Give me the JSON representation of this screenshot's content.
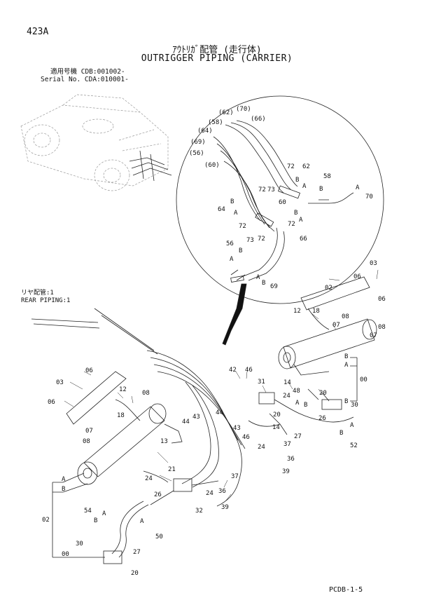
{
  "page": {
    "page_number": "423A",
    "title_jp": "ｱｳﾄﾘｶﾞ配管 (走行体)",
    "title_en": "OUTRIGGER PIPING (CARRIER)",
    "serial_jp": "適用号機 CDB:001002-",
    "serial_en": "Serial No. CDA:010001-",
    "rear_jp": "リヤ配管:1",
    "rear_en": "REAR PIPING:1",
    "footer_code": "PCDB-1-5"
  },
  "detail_labels": [
    {
      "id": "d62",
      "text": "(62)"
    },
    {
      "id": "d70",
      "text": "(70)"
    },
    {
      "id": "d58",
      "text": "(58)"
    },
    {
      "id": "d66",
      "text": "(66)"
    },
    {
      "id": "d64",
      "text": "(64)"
    },
    {
      "id": "d69",
      "text": "(69)"
    },
    {
      "id": "d56",
      "text": "(56)"
    },
    {
      "id": "d60",
      "text": "(60)"
    },
    {
      "id": "d72a",
      "text": "72"
    },
    {
      "id": "d62b",
      "text": "62"
    },
    {
      "id": "dB1",
      "text": "B"
    },
    {
      "id": "dA1",
      "text": "A"
    },
    {
      "id": "d58b",
      "text": "58"
    },
    {
      "id": "dB2",
      "text": "B"
    },
    {
      "id": "dA2",
      "text": "A"
    },
    {
      "id": "d70b",
      "text": "70"
    },
    {
      "id": "d72b",
      "text": "72"
    },
    {
      "id": "d73a",
      "text": "73"
    },
    {
      "id": "dB3",
      "text": "B"
    },
    {
      "id": "d64b",
      "text": "64"
    },
    {
      "id": "dA3",
      "text": "A"
    },
    {
      "id": "d60b",
      "text": "60"
    },
    {
      "id": "dB4",
      "text": "B"
    },
    {
      "id": "dA4",
      "text": "A"
    },
    {
      "id": "d72c",
      "text": "72"
    },
    {
      "id": "d72d",
      "text": "72"
    },
    {
      "id": "d66b",
      "text": "66"
    },
    {
      "id": "d73b",
      "text": "73"
    },
    {
      "id": "d72e",
      "text": "72"
    },
    {
      "id": "d56b",
      "text": "56"
    },
    {
      "id": "dB5",
      "text": "B"
    },
    {
      "id": "dA5",
      "text": "A"
    },
    {
      "id": "dA6",
      "text": "A"
    },
    {
      "id": "dB6",
      "text": "B"
    },
    {
      "id": "d69b",
      "text": "69"
    }
  ],
  "part_labels": [
    {
      "id": "p03a",
      "text": "03"
    },
    {
      "id": "p06a",
      "text": "06"
    },
    {
      "id": "p02a",
      "text": "02"
    },
    {
      "id": "p06b",
      "text": "06"
    },
    {
      "id": "p12a",
      "text": "12"
    },
    {
      "id": "p18a",
      "text": "18"
    },
    {
      "id": "p08a",
      "text": "08"
    },
    {
      "id": "p07a",
      "text": "07"
    },
    {
      "id": "p08b",
      "text": "08"
    },
    {
      "id": "p07b",
      "text": "07"
    },
    {
      "id": "pBa",
      "text": "B"
    },
    {
      "id": "pAa",
      "text": "A"
    },
    {
      "id": "p00a",
      "text": "00"
    },
    {
      "id": "pBb",
      "text": "B"
    },
    {
      "id": "pAb",
      "text": "A"
    },
    {
      "id": "pBc",
      "text": "B"
    },
    {
      "id": "p00b",
      "text": "00"
    },
    {
      "id": "p02b",
      "text": "02"
    },
    {
      "id": "p06c",
      "text": "06"
    },
    {
      "id": "p03b",
      "text": "03"
    },
    {
      "id": "p06d",
      "text": "06"
    },
    {
      "id": "p12b",
      "text": "12"
    },
    {
      "id": "p18b",
      "text": "18"
    },
    {
      "id": "p08c",
      "text": "08"
    },
    {
      "id": "p07c",
      "text": "07"
    },
    {
      "id": "p08d",
      "text": "08"
    },
    {
      "id": "p42",
      "text": "42"
    },
    {
      "id": "p46a",
      "text": "46"
    },
    {
      "id": "p31",
      "text": "31"
    },
    {
      "id": "p14a",
      "text": "14"
    },
    {
      "id": "p48",
      "text": "48"
    },
    {
      "id": "p20a",
      "text": "20"
    },
    {
      "id": "p24a",
      "text": "24"
    },
    {
      "id": "pAc",
      "text": "A"
    },
    {
      "id": "pBd",
      "text": "B"
    },
    {
      "id": "p30a",
      "text": "30"
    },
    {
      "id": "p26a",
      "text": "26"
    },
    {
      "id": "pAd",
      "text": "A"
    },
    {
      "id": "pBe",
      "text": "B"
    },
    {
      "id": "p52",
      "text": "52"
    },
    {
      "id": "p20b",
      "text": "20"
    },
    {
      "id": "p27a",
      "text": "27"
    },
    {
      "id": "p14b",
      "text": "14"
    },
    {
      "id": "p44a",
      "text": "44"
    },
    {
      "id": "p44b",
      "text": "44"
    },
    {
      "id": "p43a",
      "text": "43"
    },
    {
      "id": "p43b",
      "text": "43"
    },
    {
      "id": "p46b",
      "text": "46"
    },
    {
      "id": "p24b",
      "text": "24"
    },
    {
      "id": "p37a",
      "text": "37"
    },
    {
      "id": "p13",
      "text": "13"
    },
    {
      "id": "p36a",
      "text": "36"
    },
    {
      "id": "p39a",
      "text": "39"
    },
    {
      "id": "p21",
      "text": "21"
    },
    {
      "id": "p24c",
      "text": "24"
    },
    {
      "id": "p37b",
      "text": "37"
    },
    {
      "id": "p26b",
      "text": "26"
    },
    {
      "id": "p24d",
      "text": "24"
    },
    {
      "id": "p36b",
      "text": "36"
    },
    {
      "id": "p32",
      "text": "32"
    },
    {
      "id": "p39b",
      "text": "39"
    },
    {
      "id": "p54",
      "text": "54"
    },
    {
      "id": "pAe",
      "text": "A"
    },
    {
      "id": "pBf",
      "text": "B"
    },
    {
      "id": "pAf",
      "text": "A"
    },
    {
      "id": "p50",
      "text": "50"
    },
    {
      "id": "p30b",
      "text": "30"
    },
    {
      "id": "p27b",
      "text": "27"
    },
    {
      "id": "p20c",
      "text": "20"
    }
  ]
}
